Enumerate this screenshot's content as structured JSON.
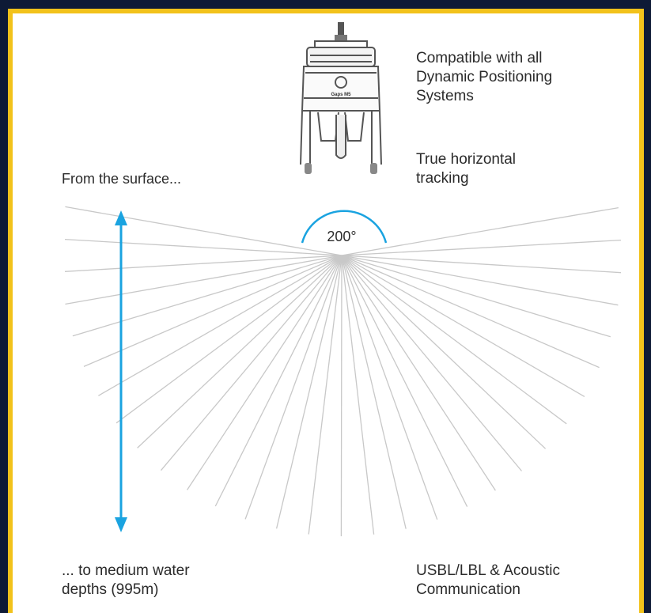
{
  "colors": {
    "page_background": "#0e1a36",
    "border_accent": "#f2c21b",
    "panel_background": "#ffffff",
    "arrow": "#1aa3e0",
    "angle_arc": "#1aa3e0",
    "rays": "#c8c8c8",
    "text": "#2b2b2b"
  },
  "device": {
    "label": "Gaps M5"
  },
  "labels": {
    "compatibility": "Compatible with all\nDynamic Positioning\nSystems",
    "tracking": "True horizontal\ntracking",
    "surface": "From the surface...",
    "depth": "... to medium water\ndepths (995m)",
    "communication": "USBL/LBL & Acoustic\nCommunication"
  },
  "coverage": {
    "angle_label": "200°",
    "angle_degrees": 200
  }
}
